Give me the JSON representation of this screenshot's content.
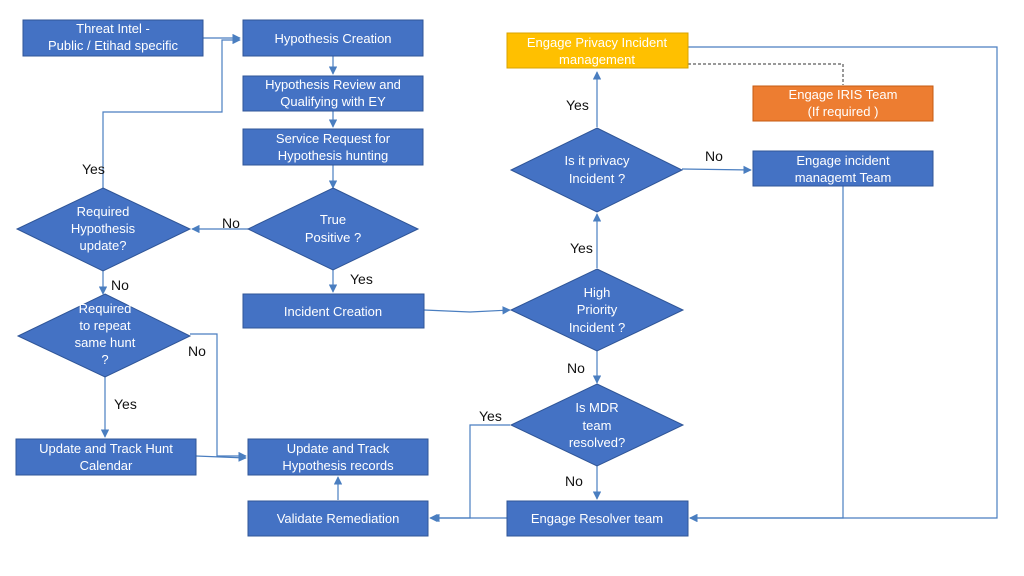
{
  "colors": {
    "process_fill": "#4472c4",
    "process_stroke": "#2f5597",
    "decision_fill": "#4472c4",
    "privacy_fill": "#ffc000",
    "iris_fill": "#ed7d31",
    "edge": "#4a7ec0"
  },
  "nodes": {
    "threat_intel": [
      "Threat Intel -",
      "Public / Etihad specific"
    ],
    "hypothesis_creation": [
      "Hypothesis Creation"
    ],
    "hypothesis_review": [
      "Hypothesis Review and",
      "Qualifying with EY"
    ],
    "service_request": [
      "Service Request for",
      "Hypothesis hunting"
    ],
    "true_positive": [
      "True",
      "Positive ?"
    ],
    "required_update": [
      "Required",
      "Hypothesis",
      "update?"
    ],
    "required_repeat": [
      "Required",
      "to repeat",
      "same hunt",
      "?"
    ],
    "incident_creation": [
      "Incident Creation"
    ],
    "update_calendar": [
      "Update and Track Hunt",
      "Calendar"
    ],
    "update_records": [
      "Update and Track",
      "Hypothesis records"
    ],
    "validate_remediation": [
      "Validate Remediation"
    ],
    "engage_privacy": [
      "Engage Privacy Incident",
      "management"
    ],
    "engage_iris": [
      "Engage IRIS Team",
      "(If required )"
    ],
    "is_privacy": [
      "Is it privacy",
      "Incident ?"
    ],
    "engage_incident_team": [
      "Engage incident",
      "managemt Team"
    ],
    "high_priority": [
      "High",
      "Priority",
      "Incident ?"
    ],
    "is_mdr": [
      "Is MDR",
      "team",
      "resolved?"
    ],
    "engage_resolver": [
      "Engage Resolver team"
    ]
  },
  "edge_labels": {
    "yes_update": "Yes",
    "no_true_positive": "No",
    "yes_true_positive": "Yes",
    "no_update": "No",
    "no_repeat": "No",
    "yes_repeat": "Yes",
    "yes_privacy": "Yes",
    "no_privacy": "No",
    "yes_high_priority": "Yes",
    "no_high_priority": "No",
    "yes_mdr": "Yes",
    "no_mdr": "No"
  }
}
